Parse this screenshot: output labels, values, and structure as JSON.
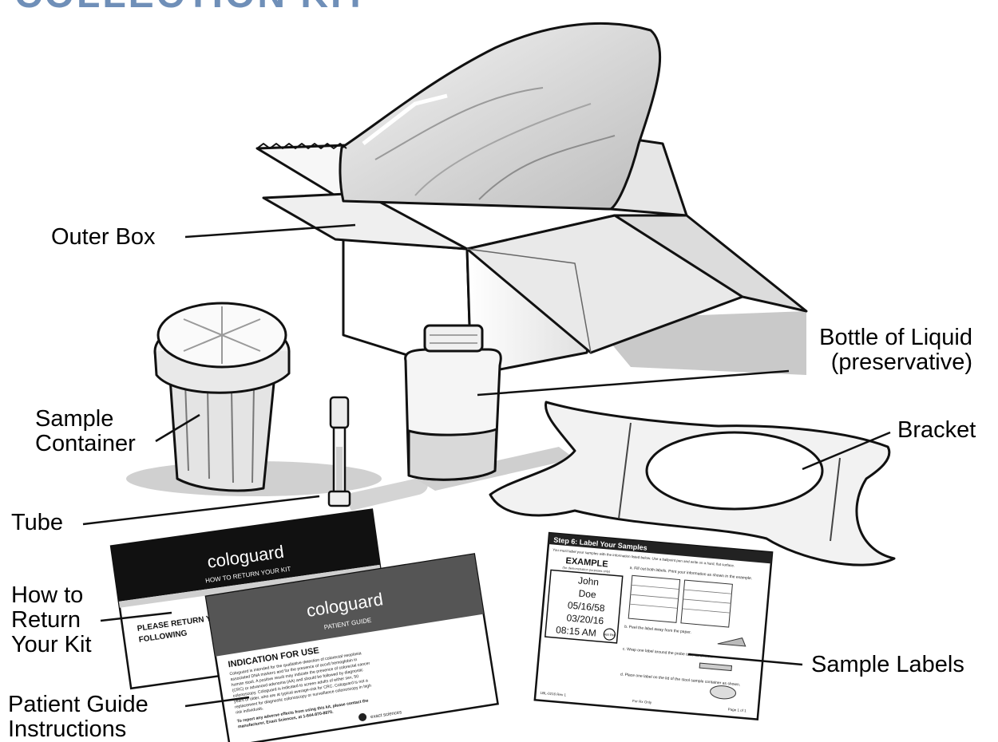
{
  "title": {
    "text": "COLLECTION KIT",
    "color": "#6f8fb8"
  },
  "labels": {
    "outer_box": "Outer Box",
    "bottle": [
      "Bottle of Liquid",
      "(preservative)"
    ],
    "sample_container": [
      "Sample",
      "Container"
    ],
    "bracket": "Bracket",
    "tube": "Tube",
    "how_to_return": [
      "How to",
      "Return",
      "Your Kit"
    ],
    "sample_labels": "Sample Labels",
    "patient_guide": [
      "Patient Guide",
      "Instructions"
    ]
  },
  "return_card": {
    "brand": "cologuard",
    "heading": "HOW TO RETURN YOUR KIT",
    "body_lines": [
      "PLEASE RETURN YOUR KIT TO OUR LABORATORY",
      "FOLLOWING"
    ]
  },
  "guide_card": {
    "brand": "cologuard",
    "heading": "PATIENT GUIDE",
    "section_title": "INDICATION FOR USE",
    "body_lines": [
      "Cologuard is intended for the qualitative detection of colorectal neoplasia",
      "associated DNA markers and for the presence of occult hemoglobin in",
      "human stool. A positive result may indicate the presence of colorectal cancer",
      "(CRC) or advanced adenoma (AA) and should be followed by diagnostic",
      "colonoscopy. Cologuard is indicated to screen adults of either sex, 50",
      "years or older, who are at typical average-risk for CRC. Cologuard is not a",
      "replacement for diagnostic colonoscopy or surveillance colonoscopy in high",
      "risk individuals."
    ],
    "report_lines": [
      "To report any adverse effects from using this kit, please contact the",
      "manufacturer, Exact Sciences, at 1-844-870-8870."
    ],
    "maker": "exact sciences"
  },
  "labels_sheet": {
    "step_title": "Step 6: Label Your Samples",
    "intro": "You must label your samples with the information listed below. Use a ballpoint pen and write on a hard, flat surface.",
    "example_title": "EXAMPLE",
    "example_sub": "(for demonstration purposes only)",
    "first_name": "John",
    "last_name": "Doe",
    "dob": "05/16/58",
    "collection_date": "03/20/16",
    "collection_time": "08:15 AM",
    "pm_badge": "AM PM",
    "step_a": "a. Fill out both labels. Print your information as shown in the example.",
    "step_b": "b. Peel the label away from the paper.",
    "step_c": "c. Wrap one label around the probe tube as shown.",
    "step_d": "d. Place one label on the lid of the stool sample container as shown.",
    "footer_left": "LBL-0216 Rev 1",
    "footer_mid": "For Rx Only",
    "footer_right": "Page 1 of 1"
  }
}
